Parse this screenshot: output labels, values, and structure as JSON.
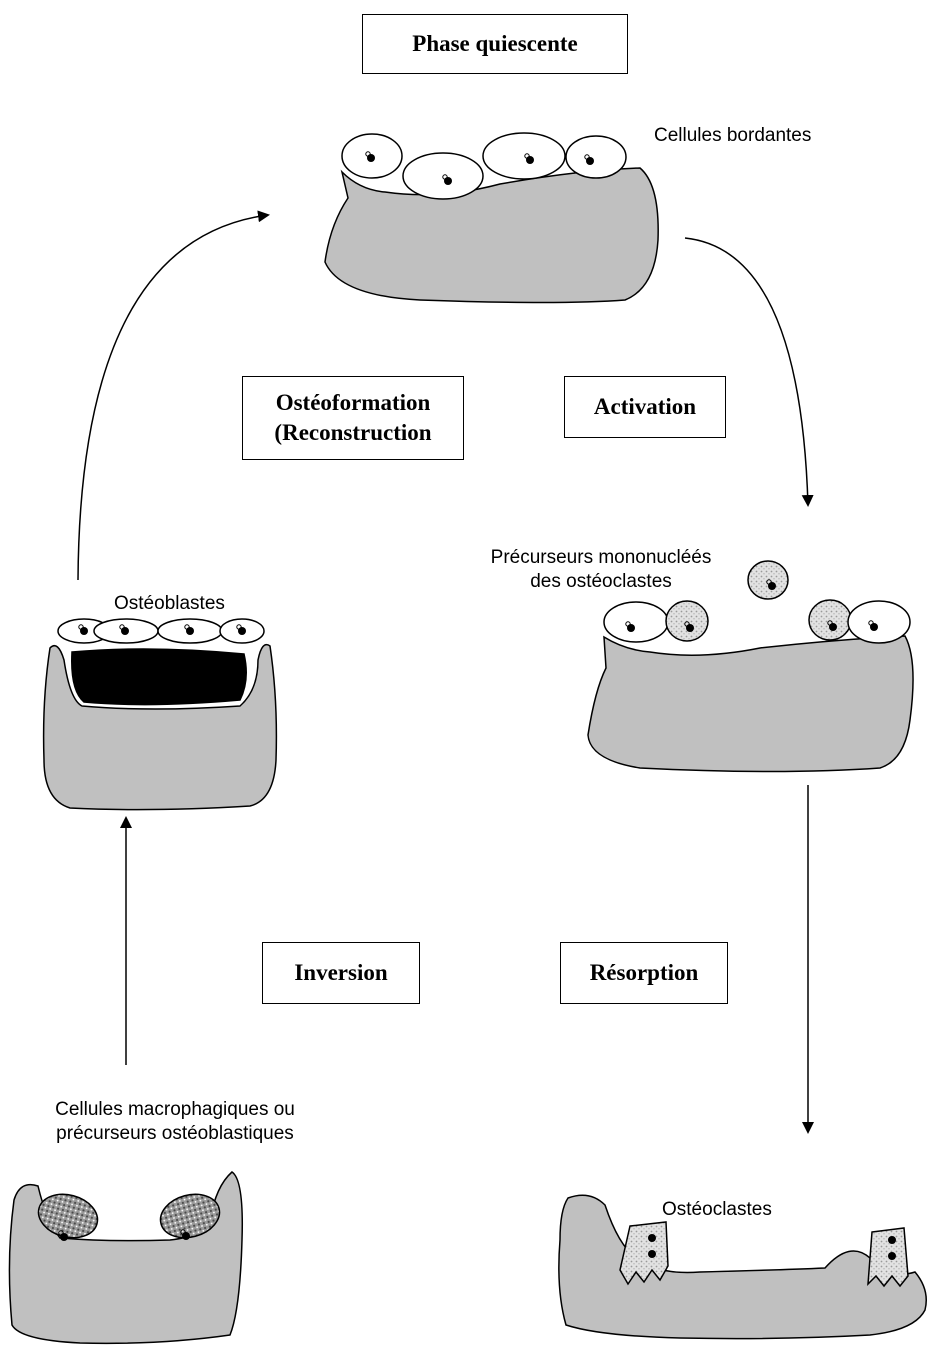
{
  "phases": {
    "quiescent": "Phase quiescente",
    "activation": "Activation",
    "resorption": "Résorption",
    "inversion": "Inversion",
    "formation_line1": "Ostéoformation",
    "formation_line2": "(Reconstruction"
  },
  "cell_labels": {
    "lining_cells": "Cellules bordantes",
    "precursors_line1": "Précurseurs mononucléés",
    "precursors_line2": "des ostéoclastes",
    "osteoclasts": "Ostéoclastes",
    "macrophage_line1": "Cellules macrophagiques ou",
    "macrophage_line2": "précurseurs ostéoblastiques",
    "osteoblasts": "Ostéoblastes"
  },
  "colors": {
    "bone": "#c0c0c0",
    "osteoid": "#000000",
    "cell_fill": "#ffffff",
    "precursor_fill": "#d6d6d6",
    "macrophage_fill": "#8a8a8a"
  }
}
